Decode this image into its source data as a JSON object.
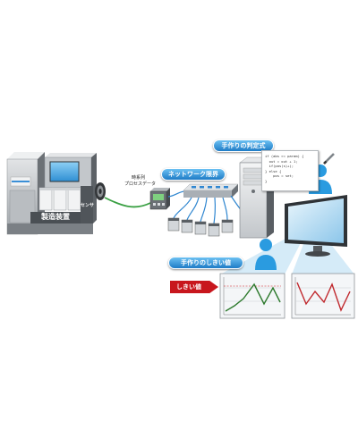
{
  "labels": {
    "machine": "製造装置",
    "sensor": "センサ",
    "timeseries_line1": "時系列",
    "timeseries_line2": "プロセスデータ",
    "network": "ネットワーク限界",
    "formula": "手作りの判定式",
    "threshold_title": "手作りのしきい値",
    "threshold_tag": "しきい値"
  },
  "code": [
    "if (abs >= param) {",
    "  out = out + 1;",
    "  if(pos(s)+);",
    "} else {",
    "    pos = set;",
    "}"
  ],
  "colors": {
    "accent_blue": "#1e7cc6",
    "person_blue": "#2a9be0",
    "threshold_red": "#c8161d",
    "sensor_cable_green": "#3aa043",
    "network_cable_blue": "#2f86d0",
    "chart_left_line": "#2d7a2d",
    "chart_right_line": "#c0282d"
  },
  "icons": [
    "person-icon",
    "pencil-icon",
    "monitor-icon",
    "server-icon",
    "network-switch-icon",
    "sensor-icon"
  ]
}
